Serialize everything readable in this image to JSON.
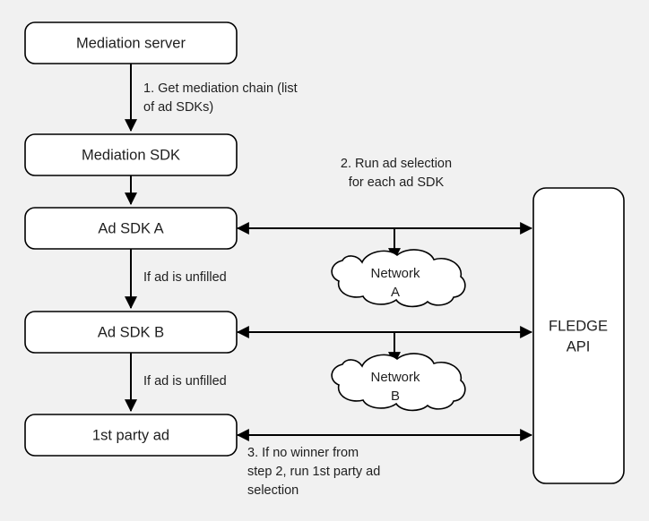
{
  "diagram": {
    "title": "Mediation chain with FLEDGE API ad selection flow",
    "background_color": "#f1f1f1",
    "stroke_color": "#000000",
    "node_fill": "#ffffff",
    "text_color": "#1f1f1f",
    "nodes": [
      {
        "id": "mediation-server",
        "label": "Mediation server",
        "shape": "rounded-rect"
      },
      {
        "id": "mediation-sdk",
        "label": "Mediation SDK",
        "shape": "rounded-rect"
      },
      {
        "id": "ad-sdk-a",
        "label": "Ad SDK A",
        "shape": "rounded-rect"
      },
      {
        "id": "ad-sdk-b",
        "label": "Ad SDK B",
        "shape": "rounded-rect"
      },
      {
        "id": "first-party-ad",
        "label": "1st party ad",
        "shape": "rounded-rect"
      },
      {
        "id": "fledge-api",
        "label_line1": "FLEDGE",
        "label_line2": "API",
        "shape": "rounded-rect"
      },
      {
        "id": "network-a",
        "label_line1": "Network",
        "label_line2": "A",
        "shape": "cloud"
      },
      {
        "id": "network-b",
        "label_line1": "Network",
        "label_line2": "B",
        "shape": "cloud"
      }
    ],
    "edge_labels": {
      "step1": "1. Get mediation chain (list\nof ad SDKs)",
      "step2": "2. Run ad selection\nfor each ad SDK",
      "unfilled_a": "If ad is unfilled",
      "unfilled_b": "If ad is unfilled",
      "step3": "3. If no winner from\nstep 2, run 1st party ad\nselection"
    }
  }
}
